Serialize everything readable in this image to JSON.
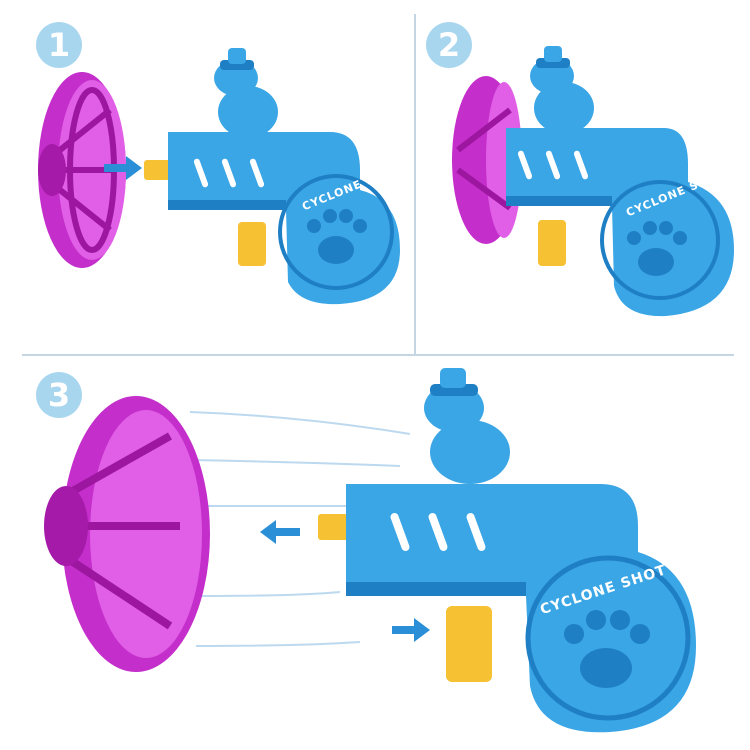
{
  "steps": [
    {
      "number": "1"
    },
    {
      "number": "2"
    },
    {
      "number": "3"
    }
  ],
  "toy": {
    "brand_text": "CYCLONE SHOT",
    "body_color": "#3aa6e6",
    "body_dark": "#1f7fc4",
    "disc_color": "#b11fb8",
    "trigger_color": "#f6c233",
    "arrow_color": "#2b8fd8"
  },
  "icons": {
    "bone": "bone-icon",
    "paw": "paw-icon",
    "arrow": "arrow-icon"
  }
}
